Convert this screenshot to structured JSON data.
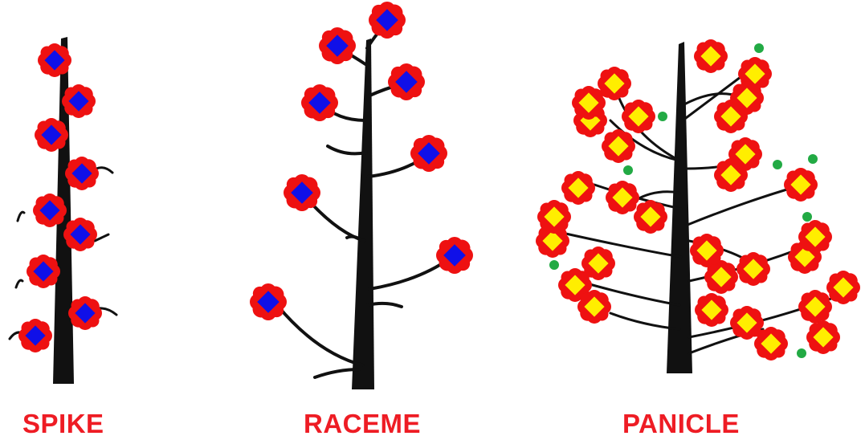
{
  "labels": {
    "spike": "SPIKE",
    "raceme": "RACEME",
    "panicle": "PANICLE"
  },
  "colors": {
    "label": "#ee1c24",
    "stem": "#111111",
    "petal": "#ee1111",
    "sepal": "#22aa44",
    "center_blue": "#1010e8",
    "center_yellow": "#ffee00"
  }
}
